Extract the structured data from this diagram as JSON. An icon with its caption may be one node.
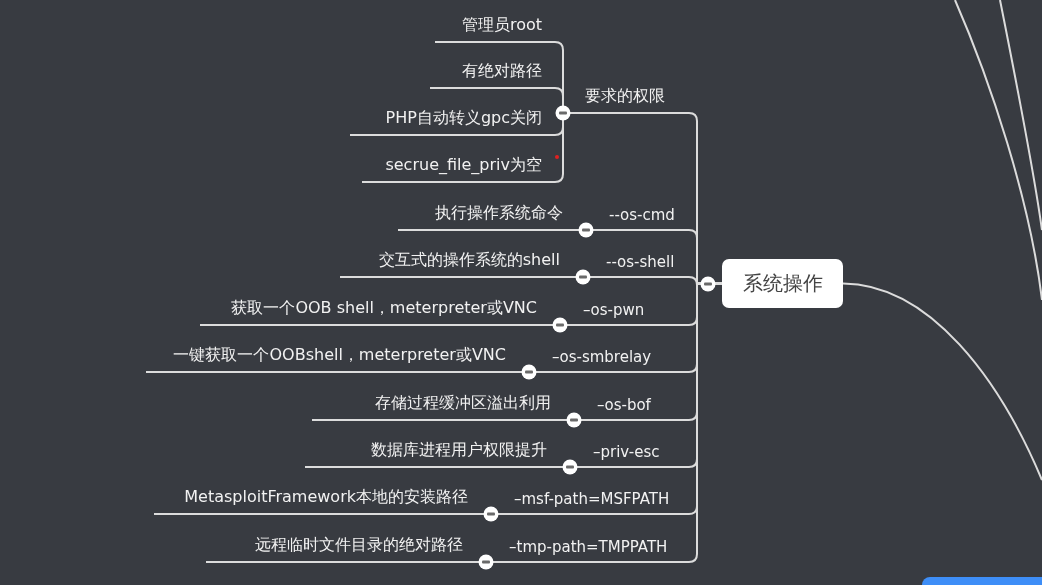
{
  "diagram": {
    "nodes": [
      {
        "text": [
          "系统操作"
        ]
      },
      {
        "text": [
          "要求的权限"
        ]
      },
      {
        "text": [
          "管理员root"
        ]
      },
      {
        "text": [
          "有绝对路径"
        ]
      },
      {
        "text": [
          "PHP自动转义gpc关闭"
        ]
      },
      {
        "text": [
          "secrue_file_priv为空"
        ]
      },
      {
        "text": [
          "--os-cmd"
        ]
      },
      {
        "text": [
          "执行操作系统命令"
        ]
      },
      {
        "text": [
          "--os-shell"
        ]
      },
      {
        "text": [
          "交互式的操作系统的shell"
        ]
      },
      {
        "text": [
          "–os-pwn"
        ]
      },
      {
        "text": [
          "获取一个OOB shell，meterpreter或VNC"
        ]
      },
      {
        "text": [
          "–os-smbrelay"
        ]
      },
      {
        "text": [
          "一键获取一个OOBshell，meterpreter或VNC"
        ]
      },
      {
        "text": [
          "–os-bof"
        ]
      },
      {
        "text": [
          "存储过程缓冲区溢出利用"
        ]
      },
      {
        "text": [
          "–priv-esc"
        ]
      },
      {
        "text": [
          "数据库进程用户权限提升"
        ]
      },
      {
        "text": [
          "–msf-path=MSFPATH"
        ]
      },
      {
        "text": [
          "MetasploitFramework本地的安装路径"
        ]
      },
      {
        "text": [
          "–tmp-path=TMPPATH"
        ]
      },
      {
        "text": [
          "远程临时文件目录的绝对路径"
        ]
      }
    ],
    "edges": [
      {
        "from": 0,
        "to": 1,
        "arrow": "none"
      },
      {
        "from": 1,
        "to": 2,
        "arrow": "none"
      },
      {
        "from": 1,
        "to": 3,
        "arrow": "none"
      },
      {
        "from": 1,
        "to": 4,
        "arrow": "none"
      },
      {
        "from": 1,
        "to": 5,
        "arrow": "none"
      },
      {
        "from": 0,
        "to": 6,
        "arrow": "none"
      },
      {
        "from": 6,
        "to": 7,
        "arrow": "none"
      },
      {
        "from": 0,
        "to": 8,
        "arrow": "none"
      },
      {
        "from": 8,
        "to": 9,
        "arrow": "none"
      },
      {
        "from": 0,
        "to": 10,
        "arrow": "none"
      },
      {
        "from": 10,
        "to": 11,
        "arrow": "none"
      },
      {
        "from": 0,
        "to": 12,
        "arrow": "none"
      },
      {
        "from": 12,
        "to": 13,
        "arrow": "none"
      },
      {
        "from": 0,
        "to": 14,
        "arrow": "none"
      },
      {
        "from": 14,
        "to": 15,
        "arrow": "none"
      },
      {
        "from": 0,
        "to": 16,
        "arrow": "none"
      },
      {
        "from": 16,
        "to": 17,
        "arrow": "none"
      },
      {
        "from": 0,
        "to": 18,
        "arrow": "none"
      },
      {
        "from": 18,
        "to": 19,
        "arrow": "none"
      },
      {
        "from": 0,
        "to": 20,
        "arrow": "none"
      },
      {
        "from": 20,
        "to": 21,
        "arrow": "none"
      },
      {
        "from": 0,
        "to": null,
        "arrow": "none"
      }
    ]
  }
}
